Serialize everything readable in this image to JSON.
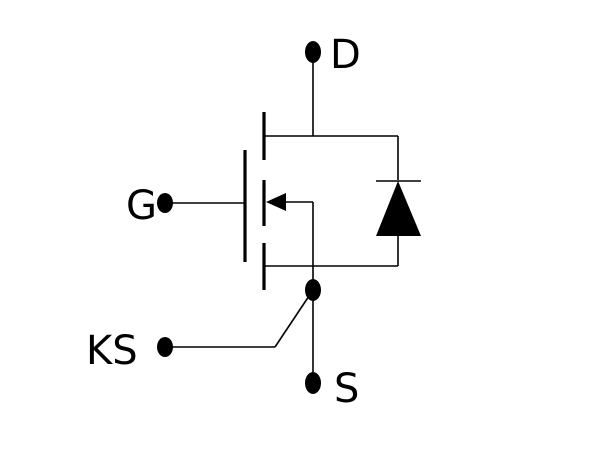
{
  "terminals": {
    "drain": "D",
    "gate": "G",
    "kelvin_source": "KS",
    "source": "S"
  },
  "colors": {
    "ink": "#000000",
    "background": "#ffffff"
  }
}
